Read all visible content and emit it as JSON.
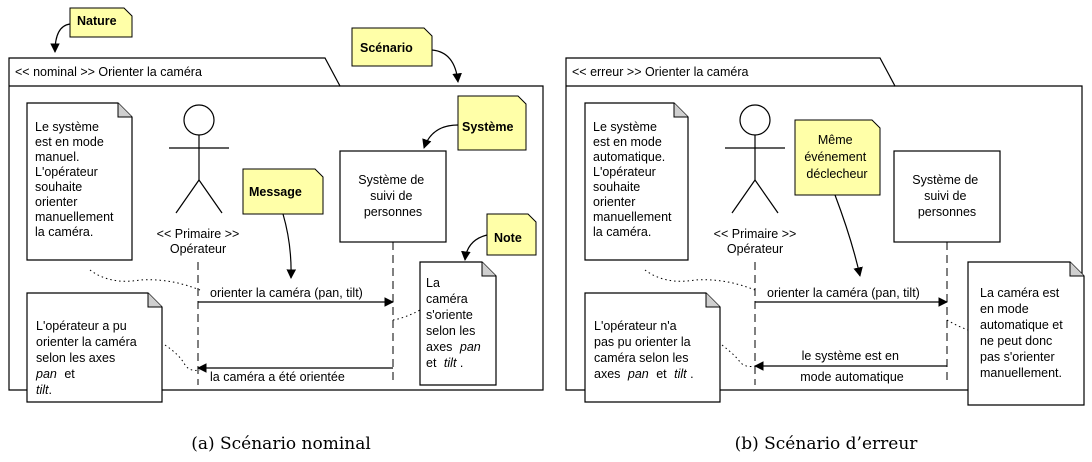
{
  "panel_a": {
    "title": "<< nominal >> Orienter la caméra",
    "note_left": [
      "Le système",
      "est en mode",
      "manuel.",
      "L'opérateur",
      "souhaite",
      "orienter",
      "manuellement",
      "la caméra."
    ],
    "actor_stereotype": "<< Primaire >>",
    "actor_name": "Opérateur",
    "system_lines": [
      "Système de",
      "suivi de",
      "personnes"
    ],
    "message_forward": "orienter la caméra (pan, tilt)",
    "message_return": "la caméra a été orientée",
    "note_bottom_line1": "L'opérateur a pu",
    "note_bottom_line2": "orienter la caméra",
    "note_bottom_line3": "selon les axes",
    "note_bottom_pan": "pan",
    "note_bottom_et": "et",
    "note_bottom_tilt": "tilt",
    "note_right_lines": [
      "La",
      "caméra",
      "s'oriente",
      "selon les",
      "axes"
    ],
    "note_right_pan": "pan",
    "note_right_et": "et",
    "note_right_tilt": "tilt",
    "callouts": {
      "nature": "Nature",
      "scenario": "Scénario",
      "systeme": "Système",
      "message": "Message",
      "note": "Note"
    },
    "caption": "(a) Scénario nominal"
  },
  "panel_b": {
    "title": "<< erreur >> Orienter la caméra",
    "note_left": [
      "Le système",
      "est en mode",
      "automatique.",
      "L'opérateur",
      "souhaite",
      "orienter",
      "manuellement",
      "la caméra."
    ],
    "actor_stereotype": "<< Primaire >>",
    "actor_name": "Opérateur",
    "system_lines": [
      "Système de",
      "suivi de",
      "personnes"
    ],
    "message_forward": "orienter la caméra (pan, tilt)",
    "message_return_lines": [
      "le système est en",
      "mode automatique"
    ],
    "note_bottom_lines": [
      "L'opérateur n'a",
      "pas pu orienter la",
      "caméra selon les"
    ],
    "note_bottom_axes": "axes",
    "note_bottom_pan": "pan",
    "note_bottom_et": "et",
    "note_bottom_tilt": "tilt",
    "note_right_lines": [
      "La caméra est",
      "en mode",
      "automatique et",
      "ne peut donc",
      "pas s'orienter",
      "manuellement."
    ],
    "callout_lines": [
      "Même",
      "événement",
      "déclecheur"
    ],
    "caption": "(b) Scénario d’erreur"
  }
}
